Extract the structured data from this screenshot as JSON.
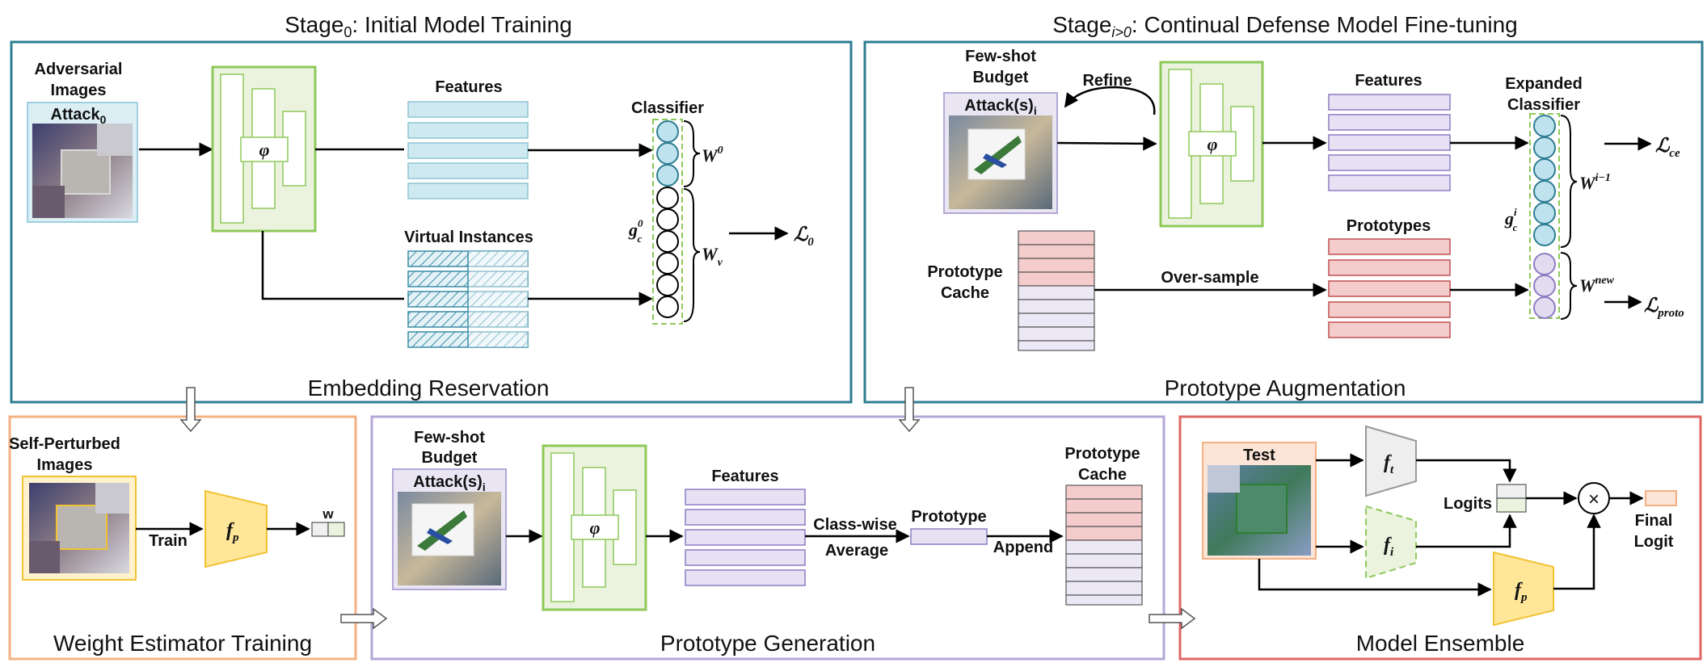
{
  "stage0": {
    "title_main": "Stage",
    "title_sub": "0",
    "title_rest": ": Initial Model Training",
    "section_label": "Embedding Reservation",
    "input_label_1": "Adversarial",
    "input_label_2": "Images",
    "attack_main": "Attack",
    "attack_sub": "0",
    "encoder_symbol": "φ",
    "features_label": "Features",
    "virtual_label": "Virtual Instances",
    "classifier_label": "Classifier",
    "w0_main": "W",
    "w0_sup": "0",
    "wv_main": "W",
    "wv_sub": "v",
    "g_main": "g",
    "g_sup": "0",
    "g_sub": "c",
    "loss_main": "ℒ",
    "loss_sub": "0"
  },
  "stage_i": {
    "title_main": "Stage",
    "title_sub": "i>0",
    "title_rest": ": Continual Defense Model Fine-tuning",
    "section_label": "Prototype Augmentation",
    "budget_1": "Few-shot",
    "budget_2": "Budget",
    "attack_main": "Attack(s)",
    "attack_sub": "i",
    "refine_label": "Refine",
    "encoder_symbol": "φ",
    "features_label": "Features",
    "prototypes_label": "Prototypes",
    "cache_1": "Prototype",
    "cache_2": "Cache",
    "oversample_label": "Over-sample",
    "classifier_1": "Expanded",
    "classifier_2": "Classifier",
    "w_prev_main": "W",
    "w_prev_sup": "i−1",
    "w_new_main": "W",
    "w_new_sup": "new",
    "g_main": "g",
    "g_sup": "i",
    "g_sub": "c",
    "loss_ce_main": "ℒ",
    "loss_ce_sub": "ce",
    "loss_proto_main": "ℒ",
    "loss_proto_sub": "proto"
  },
  "weight_estimator": {
    "section_label": "Weight Estimator Training",
    "input_1": "Self-Perturbed",
    "input_2": "Images",
    "train_label": "Train",
    "fp_main": "f",
    "fp_sub": "p",
    "w_label": "w"
  },
  "prototype_gen": {
    "section_label": "Prototype Generation",
    "budget_1": "Few-shot",
    "budget_2": "Budget",
    "attack_main": "Attack(s)",
    "attack_sub": "i",
    "encoder_symbol": "φ",
    "features_label": "Features",
    "classwise_1": "Class-wise",
    "classwise_2": "Average",
    "prototype_label": "Prototype",
    "append_label": "Append",
    "cache_1": "Prototype",
    "cache_2": "Cache"
  },
  "ensemble": {
    "section_label": "Model Ensemble",
    "test_label": "Test",
    "ft_main": "f",
    "ft_sub": "t",
    "fi_main": "f",
    "fi_sub": "i",
    "fp_main": "f",
    "fp_sub": "p",
    "logits_label": "Logits",
    "multiply_symbol": "×",
    "final_1": "Final",
    "final_2": "Logit"
  },
  "colors": {
    "panel_teal": "#2e7d92",
    "panel_orange": "#f4b183",
    "panel_purple": "#b4a7d6",
    "panel_red": "#e06666",
    "encoder_green": "#8fc85a",
    "feature_blue": "#cfe9f1",
    "feature_purple": "#e7e2f3",
    "feature_red": "#f4cccc",
    "estimator_yellow": "#ffe699"
  }
}
